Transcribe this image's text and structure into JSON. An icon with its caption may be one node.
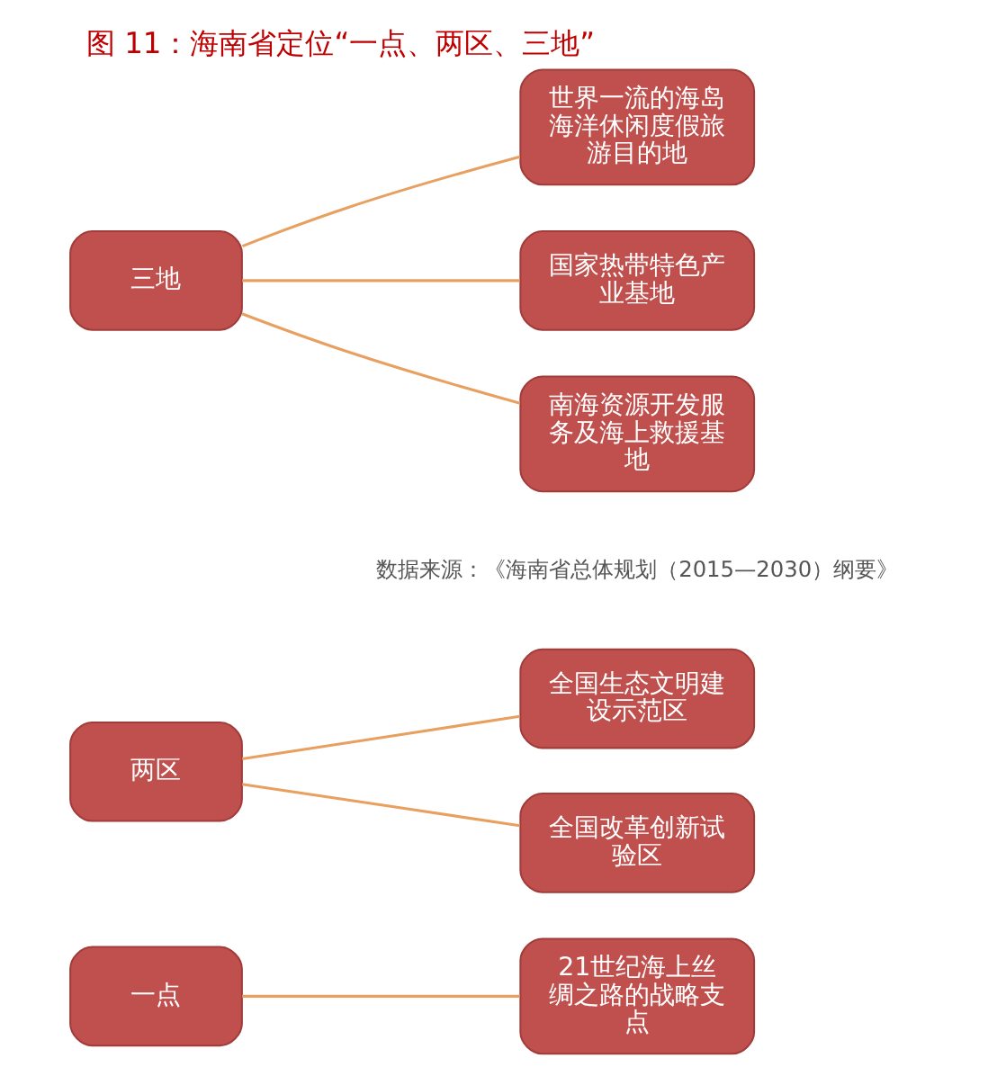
{
  "diagram": {
    "title": "图 11：海南省定位“一点、两区、三地”",
    "caption": "数据来源：《海南省总体规划（2015—2030）纲要》",
    "nodes": [
      {
        "text": [
          "一点"
        ]
      },
      {
        "text": [
          "21世纪海上丝绸之路的战略支点"
        ]
      },
      {
        "text": [
          "两区"
        ]
      },
      {
        "text": [
          "全国生态文明建设示范区"
        ]
      },
      {
        "text": [
          "全国改革创新试验区"
        ]
      },
      {
        "text": [
          "三地"
        ]
      },
      {
        "text": [
          "世界一流的海岛海洋休闲度假旅游目的地"
        ]
      },
      {
        "text": [
          "国家热带特色产业基地"
        ]
      },
      {
        "text": [
          "南海资源开发服务及海上救援基地"
        ]
      }
    ],
    "edges": [
      {
        "from": 0,
        "to": 1,
        "arrow": "none"
      },
      {
        "from": 2,
        "to": 3,
        "arrow": "none"
      },
      {
        "from": 2,
        "to": 4,
        "arrow": "none"
      },
      {
        "from": 5,
        "to": 6,
        "arrow": "none"
      },
      {
        "from": 5,
        "to": 7,
        "arrow": "none"
      },
      {
        "from": 5,
        "to": 8,
        "arrow": "none"
      }
    ]
  }
}
